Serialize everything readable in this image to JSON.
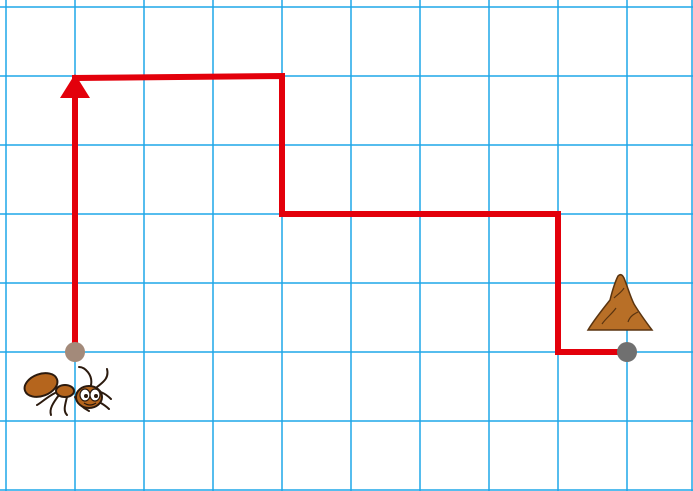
{
  "colors": {
    "grid_line": "#1ea7e8",
    "path": "#e3000b",
    "start_dot": "#a38a7a",
    "end_dot": "#707070",
    "ant_body": "#b5651d",
    "ant_outline": "#2b1a0e",
    "anthill_fill": "#b86f27",
    "anthill_outline": "#5a3410"
  },
  "grid": {
    "columns": 10,
    "rows": 7
  },
  "path": {
    "points": [
      [
        1,
        5
      ],
      [
        1,
        1
      ],
      [
        4,
        1
      ],
      [
        4,
        3
      ],
      [
        8,
        3
      ],
      [
        8,
        5
      ],
      [
        9,
        5
      ]
    ],
    "arrowhead_at": "start-of-route-top",
    "start_marker": "start-dot",
    "end_marker": "end-dot"
  },
  "characters": [
    {
      "name": "ant-icon",
      "near": "start-dot"
    },
    {
      "name": "anthill-icon",
      "near": "end-dot"
    }
  ]
}
